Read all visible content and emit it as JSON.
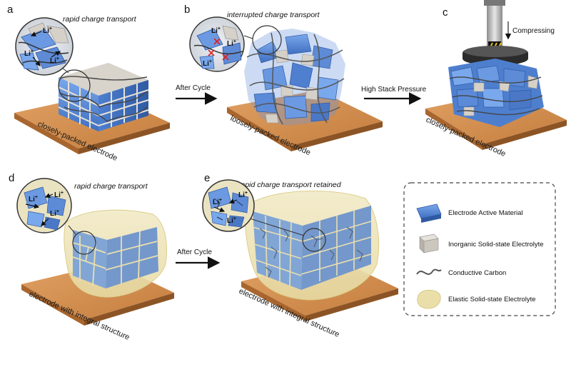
{
  "panels": {
    "a": {
      "letter": "a",
      "caption": "rapid charge transport",
      "base_label": "closely-packed electrode"
    },
    "b": {
      "letter": "b",
      "caption": "interrupted charge transport",
      "base_label": "loosely-packed electrode"
    },
    "c": {
      "letter": "c",
      "press_label": "Compressing",
      "base_label": "closely-packed electrode"
    },
    "d": {
      "letter": "d",
      "caption": "rapid charge transport",
      "base_label": "electrode with integral structure"
    },
    "e": {
      "letter": "e",
      "caption": "rapid charge transport retained",
      "base_label": "electrode with integral structure"
    }
  },
  "arrows": {
    "ab": "After Cycle",
    "bc": "High Stack Pressure",
    "de": "After Cycle"
  },
  "ion_label": "Li",
  "ion_sup": "+",
  "legend": {
    "items": [
      {
        "label": "Electrode Active Material",
        "icon": "blue-block-icon"
      },
      {
        "label": "Inorganic Solid-state Electrolyte",
        "icon": "gray-block-icon"
      },
      {
        "label": "Conductive Carbon",
        "icon": "carbon-line-icon"
      },
      {
        "label": "Elastic Solid-state Electrolyte",
        "icon": "yellow-blob-icon"
      }
    ]
  },
  "colors": {
    "active_material": "#5b8fd9",
    "inorganic_electrolyte": "#c9c4bc",
    "carbon": "#555555",
    "elastic_electrolyte": "#eadfa8",
    "substrate": "#d08a48",
    "substrate_side": "#a8662e"
  }
}
